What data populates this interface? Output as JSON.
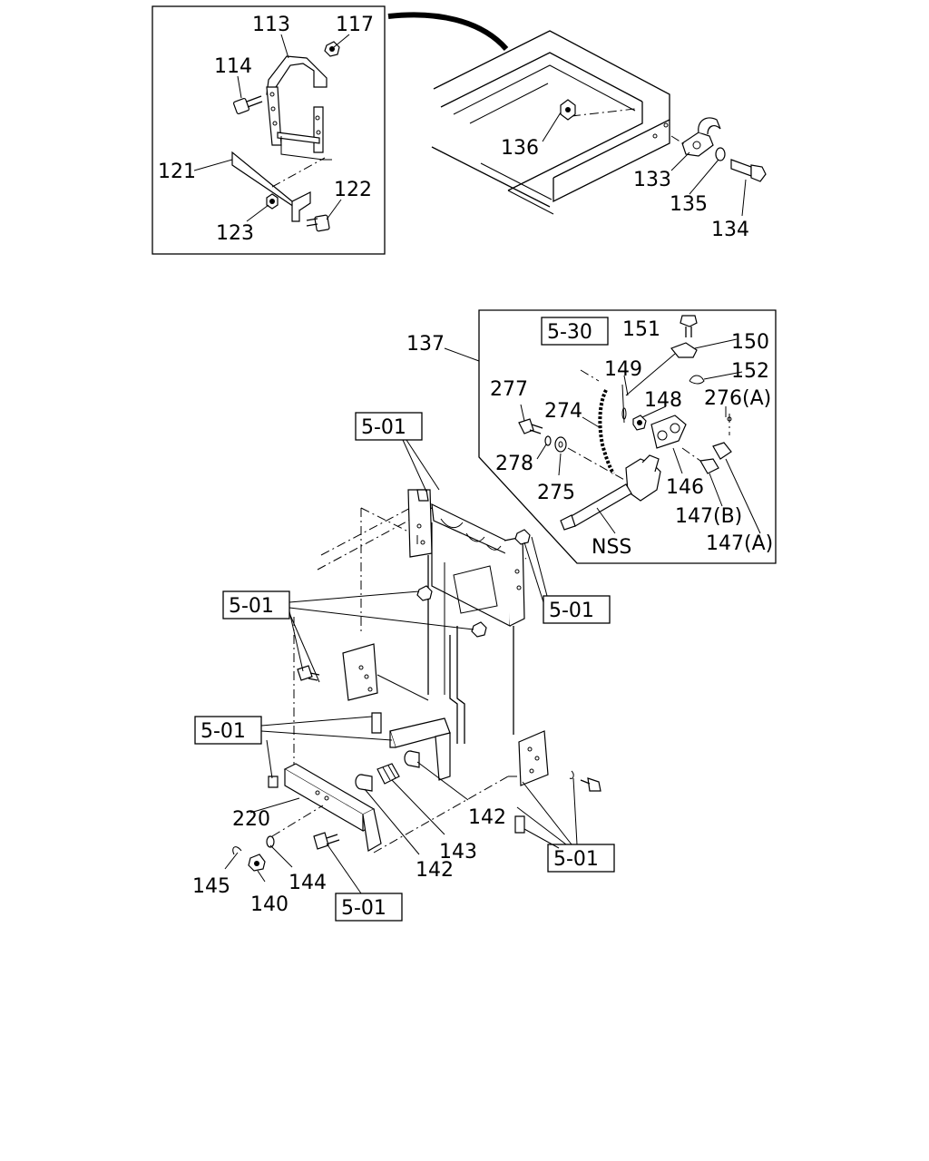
{
  "callouts": {
    "c113": "113",
    "c117": "117",
    "c114": "114",
    "c121": "121",
    "c122": "122",
    "c123": "123",
    "c136": "136",
    "c133": "133",
    "c135": "135",
    "c134": "134",
    "c137": "137",
    "c151": "151",
    "c150": "150",
    "c149": "149",
    "c152": "152",
    "c277": "277",
    "c274": "274",
    "c148": "148",
    "c276a": "276(A)",
    "c278": "278",
    "c275": "275",
    "c146": "146",
    "c147b": "147(B)",
    "cnss": "NSS",
    "c147a": "147(A)",
    "c220": "220",
    "c142a": "142",
    "c143": "143",
    "c142b": "142",
    "c145": "145",
    "c144": "144",
    "c140": "140"
  },
  "refs": {
    "r530": "5-30",
    "r501_top": "5-01",
    "r501_left": "5-01",
    "r501_right": "5-01",
    "r501_mid": "5-01",
    "r501_bottom_right": "5-01",
    "r501_bottom": "5-01"
  }
}
